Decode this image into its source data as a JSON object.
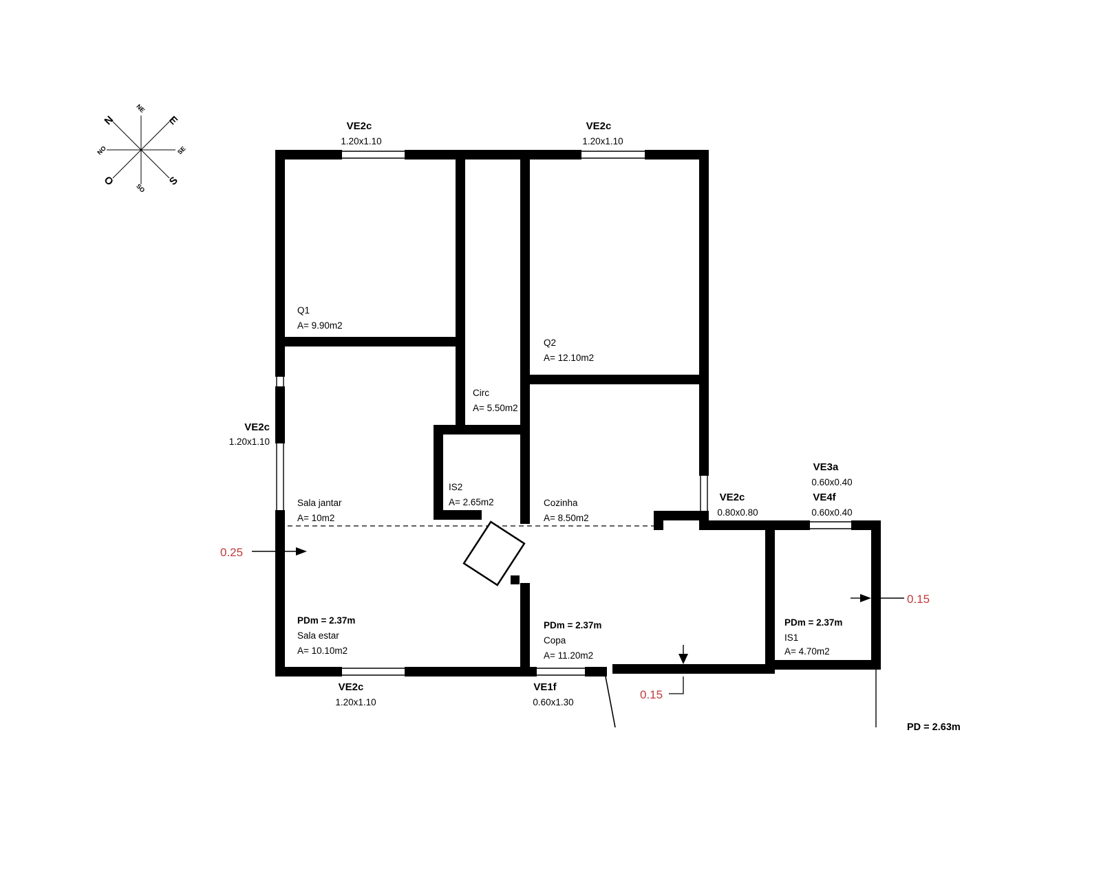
{
  "drawing": {
    "background": "#ffffff",
    "wall_color": "#000000",
    "dim_color": "#c23b3b"
  },
  "compass": {
    "n": "N",
    "e": "E",
    "o": "O",
    "s": "S",
    "ne": "NE",
    "se": "SE",
    "so": "SO",
    "no": "NO"
  },
  "rooms": {
    "q1": {
      "name": "Q1",
      "area": "A= 9.90m2"
    },
    "q2": {
      "name": "Q2",
      "area": "A= 12.10m2"
    },
    "circ": {
      "name": "Circ",
      "area": "A= 5.50m2"
    },
    "is2": {
      "name": "IS2",
      "area": "A= 2.65m2"
    },
    "sala_jantar": {
      "name": "Sala jantar",
      "area": "A= 10m2"
    },
    "cozinha": {
      "name": "Cozinha",
      "area": "A= 8.50m2"
    },
    "sala_estar": {
      "name": "Sala estar",
      "area": "A= 10.10m2",
      "pdm": "PDm = 2.37m"
    },
    "copa": {
      "name": "Copa",
      "area": "A= 11.20m2",
      "pdm": "PDm = 2.37m"
    },
    "is1": {
      "name": "IS1",
      "area": "A= 4.70m2",
      "pdm": "PDm = 2.37m"
    }
  },
  "windows": {
    "top_left": {
      "name": "VE2c",
      "size": "1.20x1.10"
    },
    "top_right": {
      "name": "VE2c",
      "size": "1.20x1.10"
    },
    "left": {
      "name": "VE2c",
      "size": "1.20x1.10"
    },
    "bottom": {
      "name": "VE2c",
      "size": "1.20x1.10"
    },
    "ve1f": {
      "name": "VE1f",
      "size": "0.60x1.30"
    },
    "right_small": {
      "name": "VE2c",
      "size": "0.80x0.80"
    },
    "ve3a": {
      "name": "VE3a",
      "size": "0.60x0.40"
    },
    "ve4f": {
      "name": "VE4f",
      "size": "0.60x0.40"
    }
  },
  "dimensions": {
    "left_wall": "0.25",
    "right_wall": "0.15",
    "bottom_wall": "0.15"
  },
  "notes": {
    "pd": "PD = 2.63m"
  }
}
